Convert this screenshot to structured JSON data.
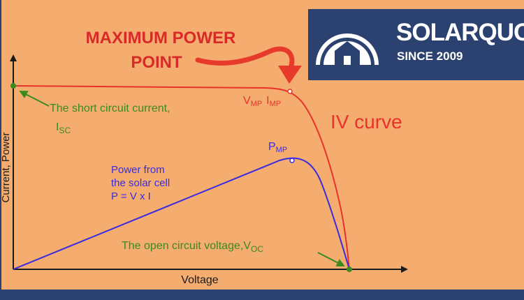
{
  "headline": {
    "line1": "MAXIMUM POWER",
    "line2": "POINT"
  },
  "axes": {
    "x_label": "Voltage",
    "y_label": "Current, Power"
  },
  "iv_curve_label": "IV curve",
  "annotations": {
    "short_circuit_line1": "The short circuit current,",
    "short_circuit_symbol": "I",
    "short_circuit_sub": "SC",
    "vmp_symbol": "V",
    "vmp_sub": "MP",
    "imp_symbol": "I",
    "imp_sub": "MP",
    "pmp_symbol": "P",
    "pmp_sub": "MP",
    "power_line1": "Power from",
    "power_line2": "the solar cell",
    "power_line3": "P = V x I",
    "open_circuit_text": "The open circuit voltage,V",
    "open_circuit_sub": "OC"
  },
  "logo": {
    "name": "SOLARQUOTES",
    "since": "SINCE 2009"
  },
  "colors": {
    "background": "#f4ad6e",
    "navy": "#2b4170",
    "iv_curve": "#e8322a",
    "power_curve": "#3a2be0",
    "annotation_green": "#3a8a1e",
    "headline_red": "#d92a2a"
  }
}
